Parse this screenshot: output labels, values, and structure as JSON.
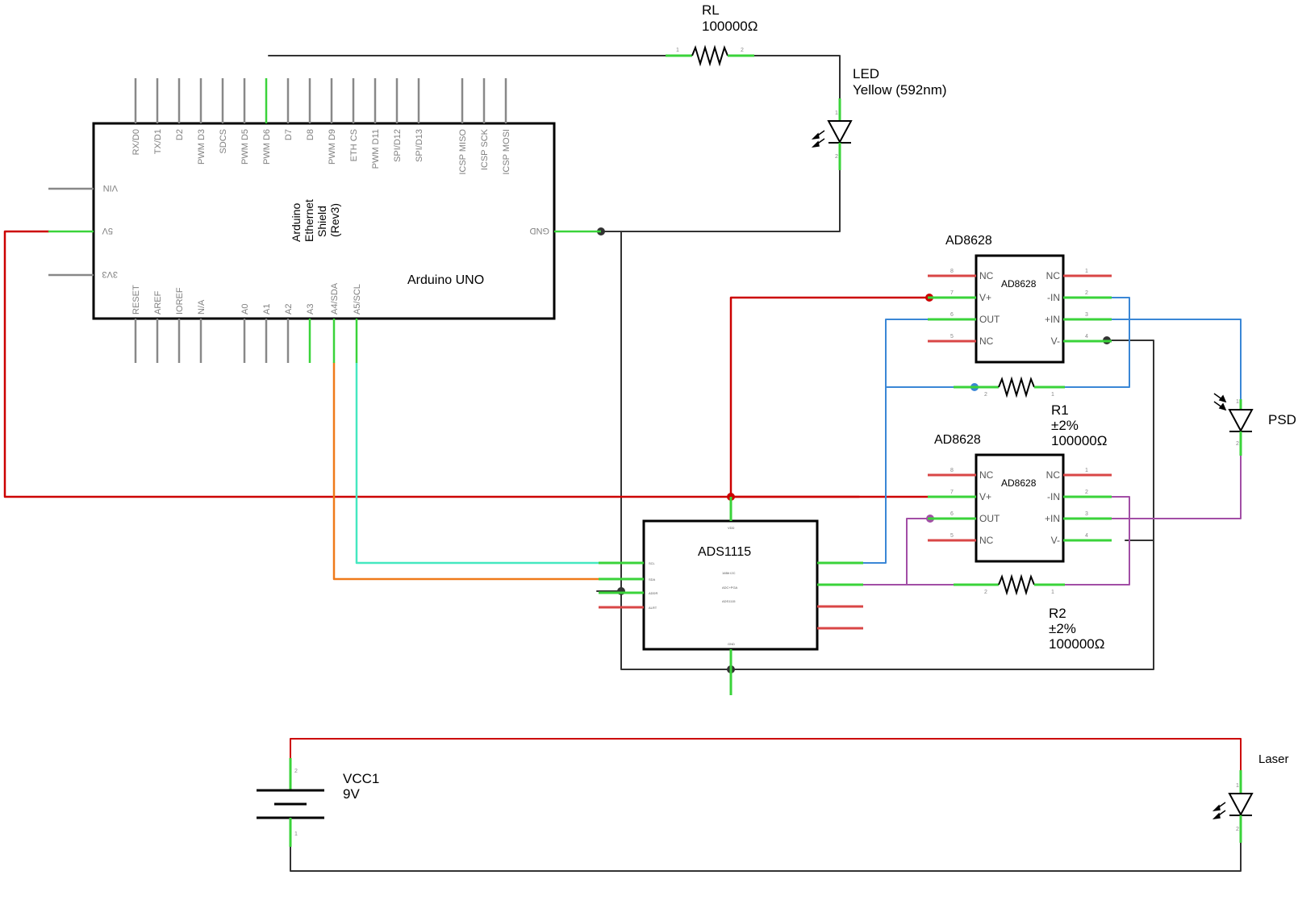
{
  "arduino": {
    "board_label": "Arduino UNO",
    "shield_line1": "Arduino",
    "shield_line2": "Ethernet",
    "shield_line3": "Shield",
    "shield_line4": "(Rev3)",
    "top_pins": [
      "RX/D0",
      "TX/D1",
      "D2",
      "PWM D3",
      "SDCS",
      "PWM D5",
      "PWM D6",
      "D7",
      "D8",
      "PWM D9",
      "ETH CS",
      "PWM D11",
      "SPI/D12",
      "SPI/D13",
      "ICSP MISO",
      "ICSP SCK",
      "ICSP MOSI"
    ],
    "bottom_pins": [
      "RESET",
      "AREF",
      "IOREF",
      "N/A",
      "A0",
      "A1",
      "A2",
      "A3",
      "A4/SDA",
      "A5/SCL"
    ],
    "left_pins": [
      "VIN",
      "5V",
      "3V3"
    ],
    "right_pins": [
      "GND"
    ]
  },
  "rl": {
    "name": "RL",
    "value": "100000Ω",
    "pin1": "1",
    "pin2": "2"
  },
  "led": {
    "name": "LED",
    "value": "Yellow (592nm)",
    "pin1": "1",
    "pin2": "2"
  },
  "opamp1": {
    "title": "AD8628",
    "inner_label": "AD8628",
    "left_pins": [
      {
        "num": "8",
        "name": "NC"
      },
      {
        "num": "7",
        "name": "V+"
      },
      {
        "num": "6",
        "name": "OUT"
      },
      {
        "num": "5",
        "name": "NC"
      }
    ],
    "right_pins": [
      {
        "num": "1",
        "name": "NC"
      },
      {
        "num": "2",
        "name": "-IN"
      },
      {
        "num": "3",
        "name": "+IN"
      },
      {
        "num": "4",
        "name": "V-"
      }
    ]
  },
  "opamp2": {
    "title": "AD8628",
    "inner_label": "AD8628",
    "left_pins": [
      {
        "num": "8",
        "name": "NC"
      },
      {
        "num": "7",
        "name": "V+"
      },
      {
        "num": "6",
        "name": "OUT"
      },
      {
        "num": "5",
        "name": "NC"
      }
    ],
    "right_pins": [
      {
        "num": "1",
        "name": "NC"
      },
      {
        "num": "2",
        "name": "-IN"
      },
      {
        "num": "3",
        "name": "+IN"
      },
      {
        "num": "4",
        "name": "V-"
      }
    ]
  },
  "r1": {
    "name": "R1",
    "tolerance": "±2%",
    "value": "100000Ω",
    "pin1": "1",
    "pin2": "2"
  },
  "r2": {
    "name": "R2",
    "tolerance": "±2%",
    "value": "100000Ω",
    "pin1": "1",
    "pin2": "2"
  },
  "psd": {
    "name": "PSD",
    "pin1": "1",
    "pin2": "2"
  },
  "ads": {
    "title": "ADS1115",
    "inner_lines": [
      "16Bit I2C",
      "ADC+PGA",
      "ADS1115"
    ],
    "left_pins": [
      "SCL",
      "SDA",
      "ADDR",
      "ALRT"
    ],
    "top_pin": "VDD",
    "bottom_pin": "GND"
  },
  "battery": {
    "name": "VCC1",
    "value": "9V",
    "pin1": "1",
    "pin2": "2"
  },
  "laser": {
    "name": "Laser",
    "pin1": "1",
    "pin2": "2"
  },
  "colors": {
    "power": "#cc0000",
    "ground": "#333333",
    "signal_blue": "#3a87d6",
    "signal_purple": "#a24ea6",
    "i2c_sda": "#ef7a1a",
    "i2c_scl": "#45e8c0",
    "pin_green": "#3ad33a",
    "pin_unused": "#d94646",
    "arduino_pin": "#888888"
  }
}
